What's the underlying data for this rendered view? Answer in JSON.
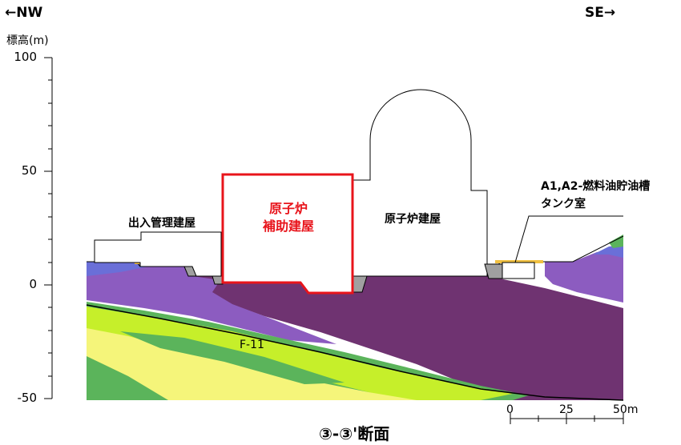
{
  "direction": {
    "left": "←NW",
    "right": "SE→"
  },
  "axis": {
    "label": "標高(m)",
    "ticks": [
      "100",
      "50",
      "0",
      "-50"
    ]
  },
  "labels": {
    "deiri": "出入管理建屋",
    "aux_line1": "原子炉",
    "aux_line2": "補助建屋",
    "reactor": "原子炉建屋",
    "tank_line1": "A1,A2-燃料油貯油槽",
    "tank_line2": "タンク室",
    "fault": "F-11"
  },
  "scale": {
    "ticks": [
      "0",
      "25",
      "50m"
    ]
  },
  "section_title": "③-③'断面",
  "colors": {
    "highlight": "#e8141b",
    "dark_purple": "#6f3371",
    "purple": "#8c5cc0",
    "blue": "#6a6fd8",
    "green": "#5bb45b",
    "lime": "#c6ef2a",
    "yellow": "#f5f57a"
  }
}
